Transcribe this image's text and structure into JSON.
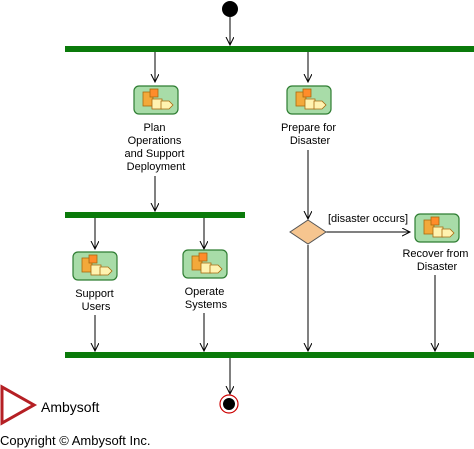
{
  "activities": [
    {
      "id": "plan",
      "label_lines": [
        "Plan",
        "Operations",
        "and Support",
        "Deployment"
      ]
    },
    {
      "id": "prepare",
      "label_lines": [
        "Prepare for",
        "Disaster"
      ]
    },
    {
      "id": "support",
      "label_lines": [
        "Support",
        "Users"
      ]
    },
    {
      "id": "operate",
      "label_lines": [
        "Operate",
        "Systems"
      ]
    },
    {
      "id": "recover",
      "label_lines": [
        "Recover from",
        "Disaster"
      ]
    }
  ],
  "guard": "[disaster occurs]",
  "logo": {
    "name": "Ambysoft",
    "color": "#b51f24"
  },
  "copyright": "Copyright © Ambysoft Inc.",
  "colors": {
    "sync_bar": "#0a7a0a",
    "activity_fill": "#a8dca8",
    "activity_stroke": "#2e7d32",
    "decision_fill": "#f6c58f",
    "decision_stroke": "#555555",
    "final_ring": "#cc0000"
  }
}
